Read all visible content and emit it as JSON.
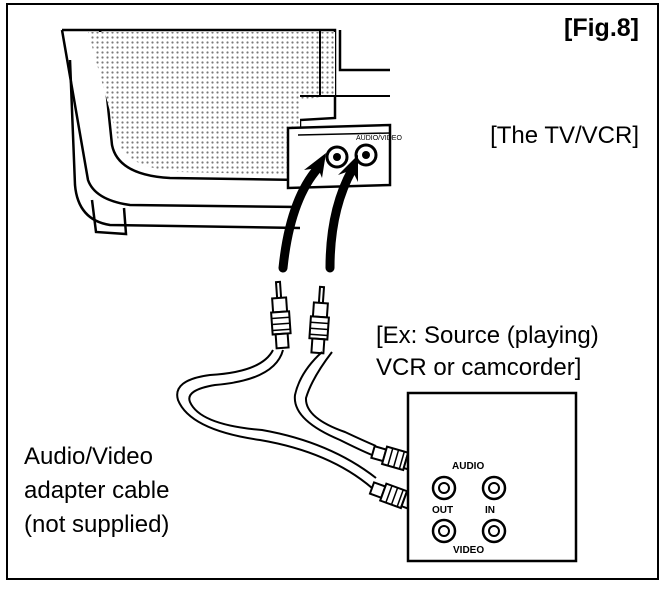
{
  "figure": {
    "label": "[Fig.8]",
    "tv_label": "[The TV/VCR]",
    "source_label_line1": "[Ex: Source (playing)",
    "source_label_line2": "VCR or camcorder]",
    "cable_label_line1": "Audio/Video",
    "cable_label_line2": "adapter cable",
    "cable_label_line3": "(not supplied)",
    "tv_jack_label": "AUDIO/VIDEO",
    "device_labels": {
      "audio": "AUDIO",
      "out": "OUT",
      "in": "IN",
      "video": "VIDEO"
    }
  },
  "colors": {
    "line": "#000000",
    "background": "#ffffff",
    "speaker_fill": "#bdbdbd"
  }
}
